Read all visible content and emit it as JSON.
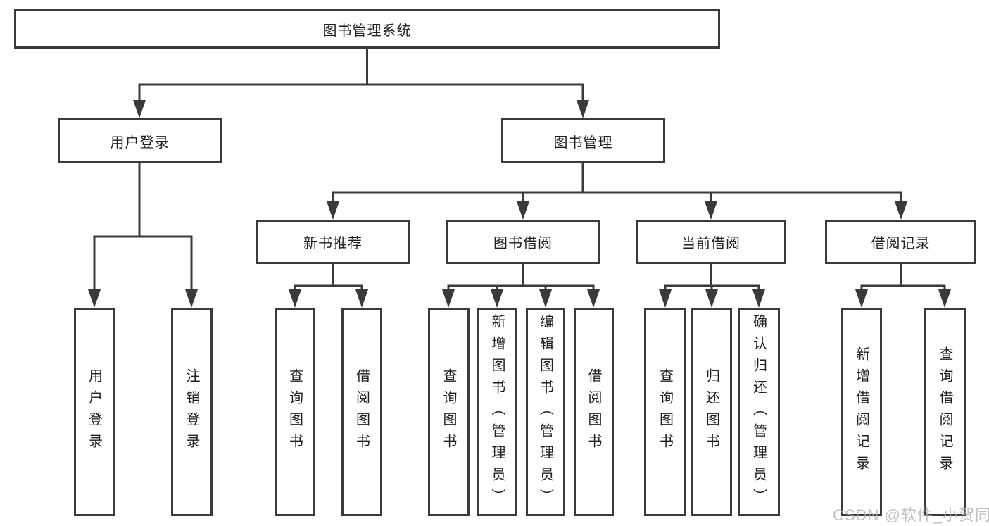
{
  "diagram": {
    "tree": {
      "label": "图书管理系统",
      "children": [
        {
          "label": "用户登录",
          "children": [
            {
              "label": "用户登录"
            },
            {
              "label": "注销登录"
            }
          ]
        },
        {
          "label": "图书管理",
          "children": [
            {
              "label": "新书推荐",
              "children": [
                {
                  "label": "查询图书"
                },
                {
                  "label": "借阅图书"
                }
              ]
            },
            {
              "label": "图书借阅",
              "children": [
                {
                  "label": "查询图书"
                },
                {
                  "label": "新增图书（管理员）"
                },
                {
                  "label": "编辑图书（管理员）"
                },
                {
                  "label": "借阅图书"
                }
              ]
            },
            {
              "label": "当前借阅",
              "children": [
                {
                  "label": "查询图书"
                },
                {
                  "label": "归还图书"
                },
                {
                  "label": "确认归还（管理员）"
                }
              ]
            },
            {
              "label": "借阅记录",
              "children": [
                {
                  "label": "新增借阅记录"
                },
                {
                  "label": "查询借阅记录"
                }
              ]
            }
          ]
        }
      ]
    },
    "colors": {
      "line": "#3a3a3a",
      "text": "#1f1f1f",
      "background": "#ffffff",
      "watermark": "#afafaf"
    }
  },
  "watermark": {
    "text": "CSDN @软件_小贺同学"
  }
}
